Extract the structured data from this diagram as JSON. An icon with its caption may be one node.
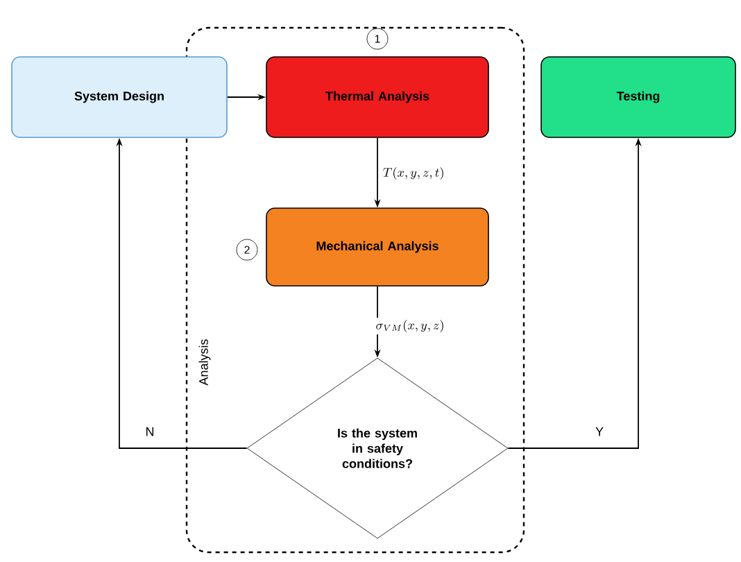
{
  "diagram": {
    "nodes": [
      {
        "text": [
          "Analysis"
        ]
      },
      {
        "text": [
          "System Design"
        ]
      },
      {
        "text": [
          "Thermal Analysis"
        ],
        "in": 0,
        "beside": [
          "1"
        ]
      },
      {
        "text": [
          "Mechanical Analysis"
        ],
        "in": 0,
        "beside": [
          "2"
        ]
      },
      {
        "text": [
          "Is the system in safety conditions?"
        ],
        "in": 0
      },
      {
        "text": [
          "Testing"
        ]
      }
    ],
    "edges": [
      {
        "from": 1,
        "to": 2,
        "arrow": "to"
      },
      {
        "from": 2,
        "to": 3,
        "arrow": "to",
        "label": "T(x,y,z,t)"
      },
      {
        "from": 3,
        "to": 4,
        "arrow": "to",
        "label": "\\sigma_{VM}(x,y,z)"
      },
      {
        "from": 4,
        "to": 1,
        "arrow": "to",
        "label": "N"
      },
      {
        "from": 4,
        "to": 5,
        "arrow": "to",
        "label": "Y"
      }
    ]
  }
}
